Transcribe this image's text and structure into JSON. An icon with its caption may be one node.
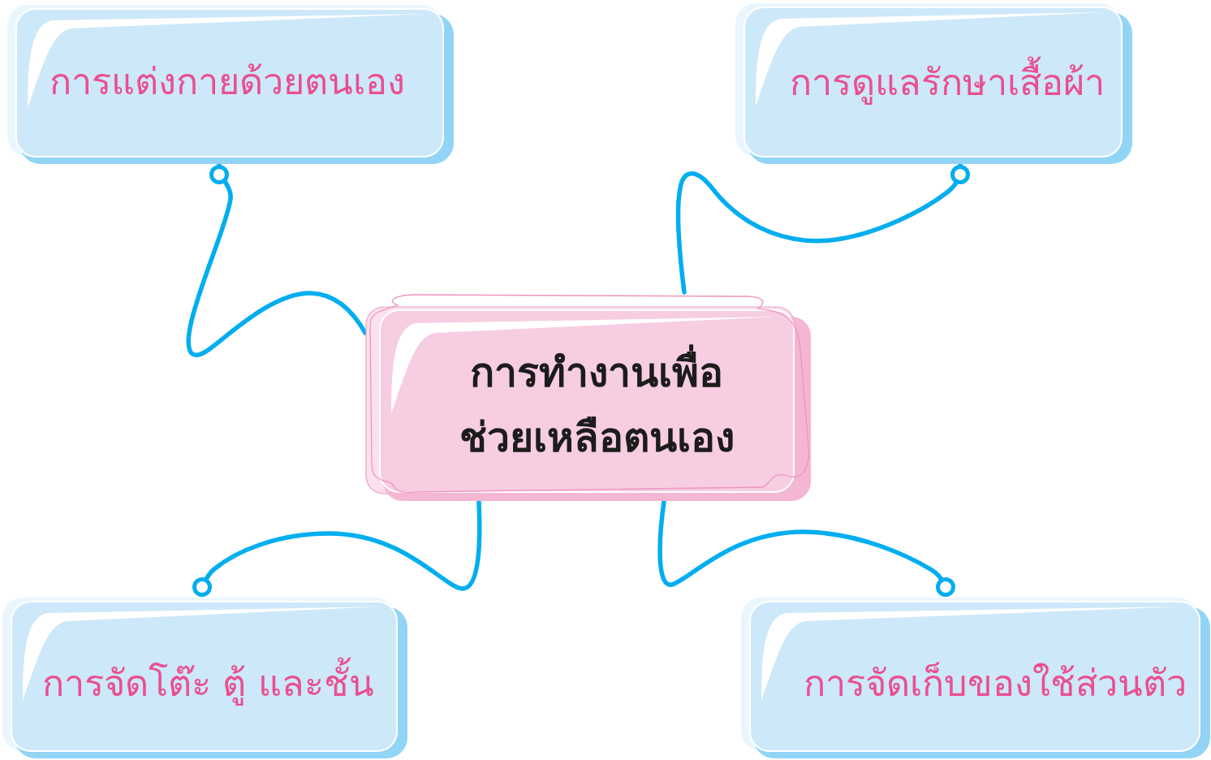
{
  "diagram": {
    "nodes": [
      {
        "text": [
          "การแต่งกายด้วยตนเอง"
        ]
      },
      {
        "text": [
          "การดูแลรักษาเสื้อผ้า"
        ]
      },
      {
        "text": [
          "การทำงานเพื่อช่วยเหลือตนเอง"
        ]
      },
      {
        "text": [
          "การจัดโต๊ะ ตู้ และชั้น"
        ]
      },
      {
        "text": [
          "การจัดเก็บของใช้ส่วนตัว"
        ]
      }
    ],
    "edges": [
      {
        "from": 2,
        "to": 0,
        "arrow": "other"
      },
      {
        "from": 2,
        "to": 1,
        "arrow": "other"
      },
      {
        "from": 2,
        "to": 3,
        "arrow": "other"
      },
      {
        "from": 2,
        "to": 4,
        "arrow": "other"
      }
    ]
  }
}
